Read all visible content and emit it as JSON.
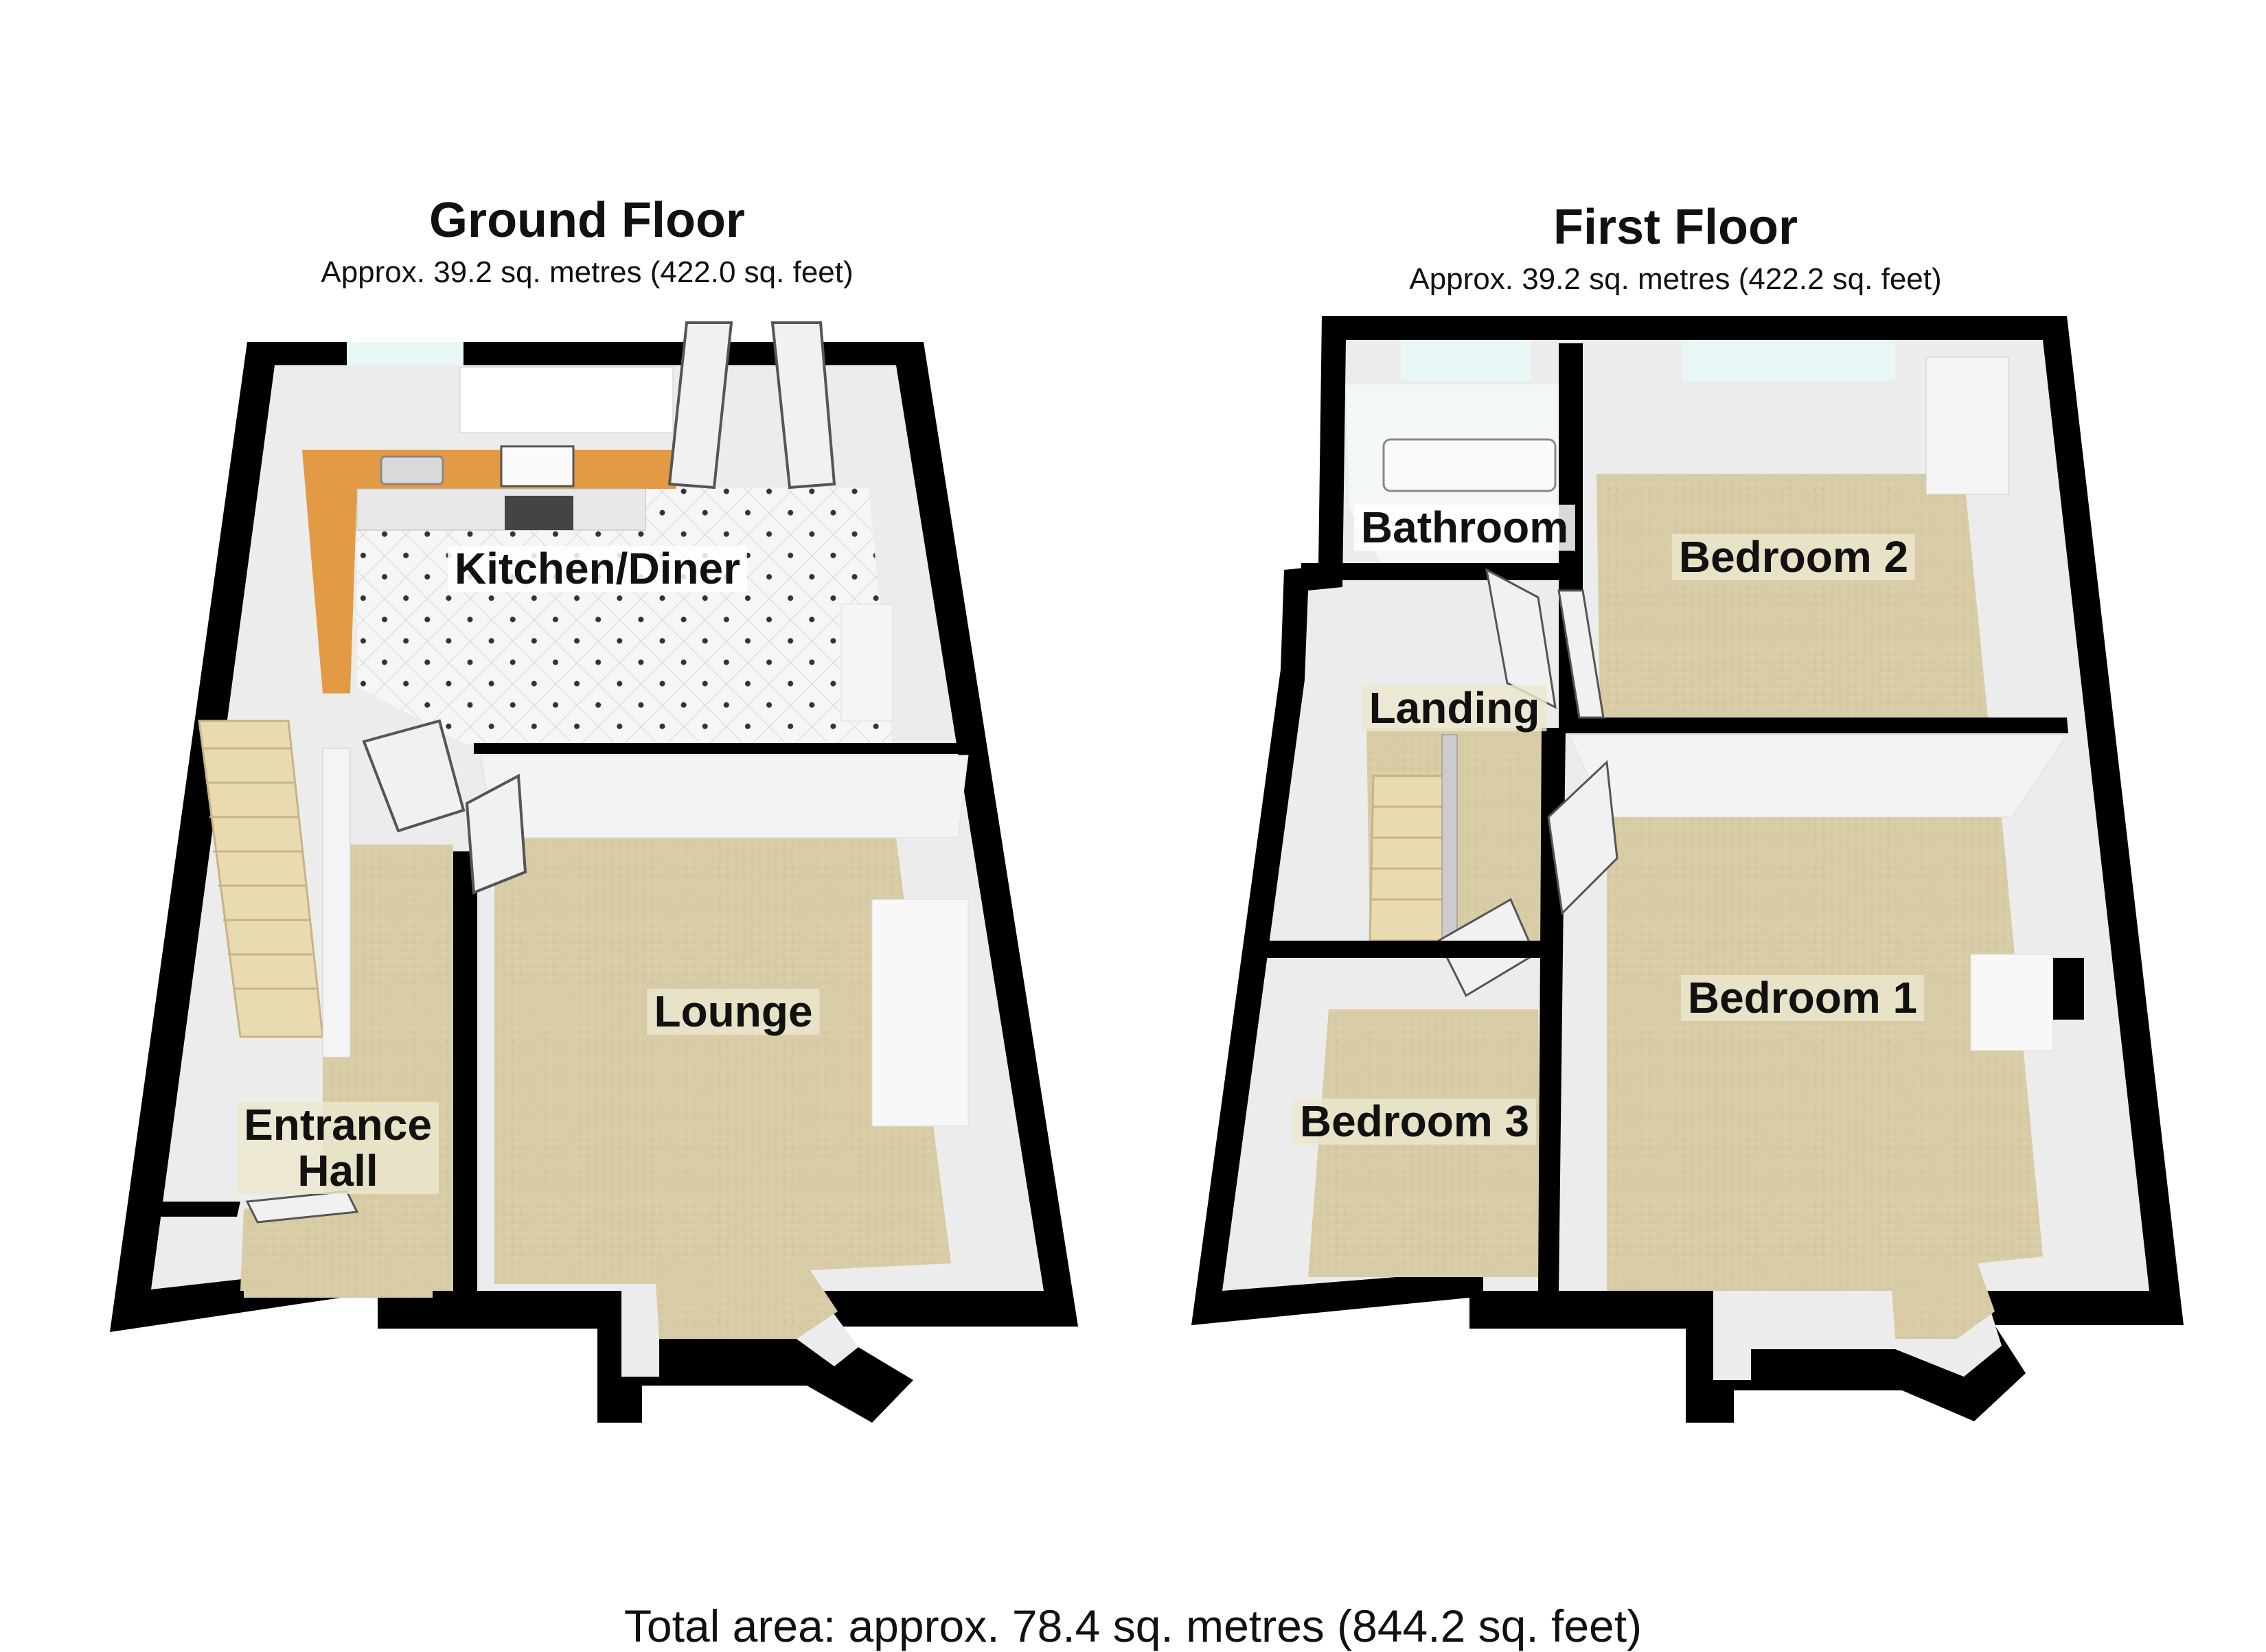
{
  "ground_floor": {
    "title": "Ground Floor",
    "area": "Approx.  39.2 sq. metres (422.0 sq. feet)",
    "rooms": {
      "kitchen": "Kitchen/Diner",
      "lounge": "Lounge",
      "entrance_line1": "Entrance",
      "entrance_line2": "Hall"
    }
  },
  "first_floor": {
    "title": "First Floor",
    "area": "Approx.  39.2 sq. metres (422.2 sq. feet)",
    "rooms": {
      "bathroom": "Bathroom",
      "bedroom2": "Bedroom 2",
      "landing": "Landing",
      "bedroom1": "Bedroom 1",
      "bedroom3": "Bedroom 3"
    }
  },
  "total_area": "Total area: approx.  78.4 sq. metres (844.2 sq. feet)",
  "colors": {
    "wall": "#000000",
    "carpet": "#d8cca6",
    "tile": "#f4f4f4",
    "worktop": "#e39a45",
    "wall_face": "#ededed"
  }
}
